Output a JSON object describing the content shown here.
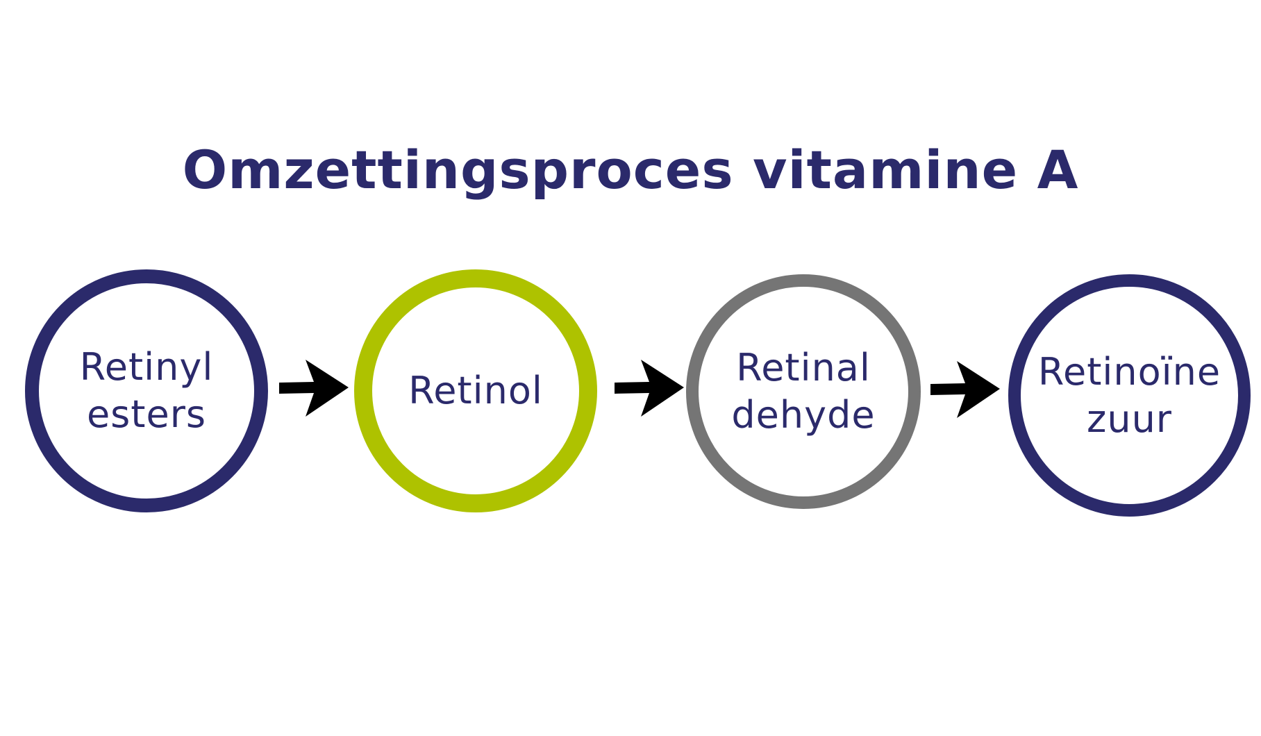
{
  "title": "Omzettingsproces vitamine A",
  "colors": {
    "navy": "#2b2a6b",
    "lime": "#aec200",
    "gray": "#757575",
    "arrow": "#000000"
  },
  "nodes": [
    {
      "line1": "Retinyl",
      "line2": "esters",
      "border_color": "#2b2a6b"
    },
    {
      "line1": "Retinol",
      "line2": "",
      "border_color": "#aec200"
    },
    {
      "line1": "Retinal",
      "line2": "dehyde",
      "border_color": "#757575"
    },
    {
      "line1": "Retinoïne",
      "line2": "zuur",
      "border_color": "#2b2a6b"
    }
  ],
  "arrows": [
    "arrow-right-icon",
    "arrow-right-icon",
    "arrow-right-icon"
  ]
}
